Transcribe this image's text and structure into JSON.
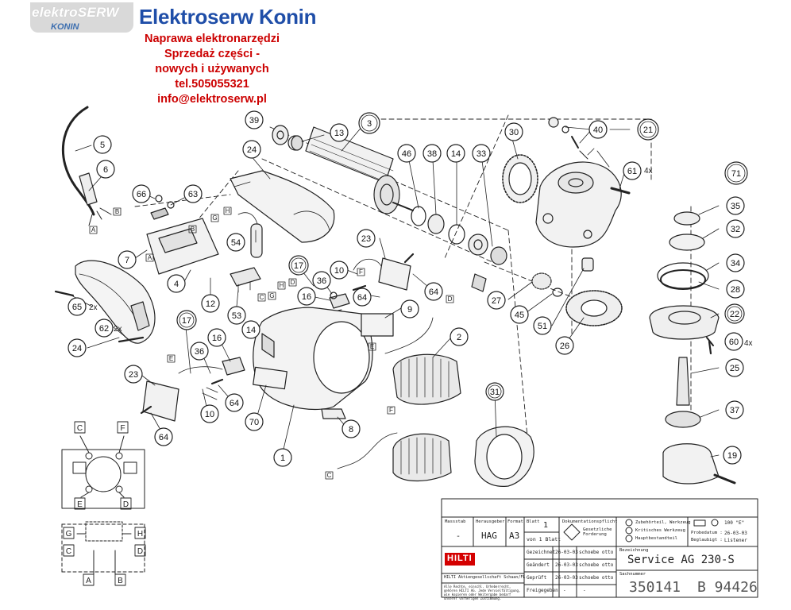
{
  "header": {
    "brand_logo": "elektroSERW",
    "brand_sub": "KONIN",
    "company": "Elektroserw Konin",
    "ad_lines": [
      "Naprawa elektronarzędzi",
      "Sprzedaż części -",
      "nowych i używanych",
      "tel.505055321",
      "info@elektroserw.pl"
    ],
    "accent_blue": "#1f4ea8",
    "accent_red": "#cc0000"
  },
  "diagram": {
    "part_numbers": [
      "1",
      "2",
      "3",
      "4",
      "5",
      "6",
      "7",
      "8",
      "9",
      "10",
      "10",
      "12",
      "13",
      "14",
      "14",
      "16",
      "16",
      "17",
      "17",
      "19",
      "21",
      "22",
      "23",
      "23",
      "24",
      "24",
      "25",
      "26",
      "27",
      "28",
      "30",
      "31",
      "32",
      "33",
      "34",
      "35",
      "36",
      "36",
      "37",
      "38",
      "39",
      "40",
      "45",
      "46",
      "51",
      "53",
      "54",
      "60",
      "61",
      "62",
      "63",
      "64",
      "64",
      "64",
      "64",
      "65",
      "66",
      "70",
      "71"
    ],
    "quantity_labels": [
      "2x",
      "2x",
      "4x",
      "4x"
    ],
    "connector_letters": [
      "A",
      "B",
      "C",
      "D",
      "E",
      "F",
      "G",
      "H"
    ],
    "wiring_labels": {
      "top": [
        "C",
        "F"
      ],
      "mid": [
        "E",
        "D"
      ],
      "gh": [
        "G",
        "H"
      ],
      "cd": [
        "C",
        "D"
      ],
      "ab": [
        "A",
        "B"
      ]
    }
  },
  "title_block": {
    "headers": [
      "Massstab",
      "Herausgeber",
      "Format",
      "Blatt",
      "Dokumentationspflicht"
    ],
    "scale": "-",
    "publisher": "HAG",
    "format": "A3",
    "sheet": "1",
    "sheet_of": "von 1 Blatt",
    "doc_duty": "Gesetzliche Forderung",
    "legend": [
      "Zubehörteil, Werkzeug",
      "Kritisches Werkzeug",
      "Hauptbestandteil"
    ],
    "surface": "100 \"E\"",
    "date_label_1": "Probedatum :",
    "date_value_1": "26-03-03",
    "date_label_2": "Beglaubigt :",
    "date_value_2": "Listener",
    "logo": "HILTI",
    "company_line": "HILTI Aktiengesellschaft Schaan/FL",
    "rows": [
      {
        "label": "Gezeichnet",
        "date": "26-03-03",
        "name": "schoebe otto"
      },
      {
        "label": "Geändert",
        "date": "26-03-03",
        "name": "schoebe otto"
      },
      {
        "label": "Geprüft",
        "date": "26-03-03",
        "name": "schoebe otto"
      },
      {
        "label": "Freigegeben",
        "date": "-",
        "name": "-"
      }
    ],
    "legal": "Alle Rechte, einschl. Urheberrecht, gehören HILTI AG. Jede Vervielfältigung, wie kopieren oder Weitergabe bedarf unserer vorherigen Zustimmung.",
    "designation_label": "Bezeichnung",
    "designation": "Service AG 230-S",
    "drawing_no_label": "Sachnummer",
    "drawing_no": "350141",
    "revision": "B 94426"
  }
}
